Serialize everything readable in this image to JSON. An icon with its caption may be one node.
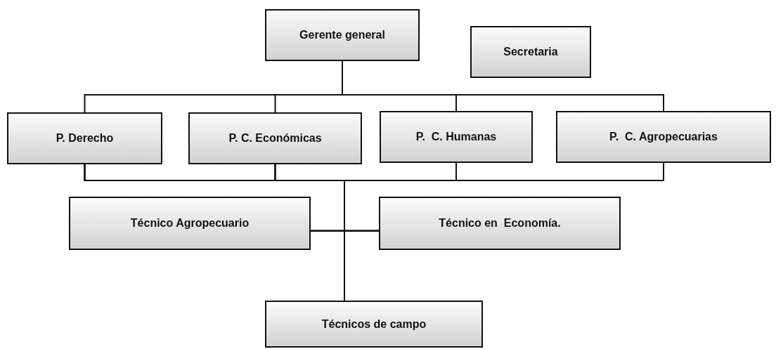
{
  "diagram": {
    "nodes": [
      {
        "text": [
          "Gerente general"
        ]
      },
      {
        "text": [
          "Secretaria"
        ]
      },
      {
        "text": [
          "P. Derecho"
        ]
      },
      {
        "text": [
          "P. C. Económicas"
        ]
      },
      {
        "text": [
          "P.  C. Humanas"
        ]
      },
      {
        "text": [
          "P.  C. Agropecuarias"
        ]
      },
      {
        "text": [
          "Técnico Agropecuario"
        ]
      },
      {
        "text": [
          "Técnico en  Economía."
        ]
      },
      {
        "text": [
          "Técnicos de campo"
        ]
      }
    ],
    "edges": [
      {
        "from": 0,
        "to": 2,
        "arrow": "none"
      },
      {
        "from": 0,
        "to": 3,
        "arrow": "none"
      },
      {
        "from": 0,
        "to": 4,
        "arrow": "none"
      },
      {
        "from": 0,
        "to": 5,
        "arrow": "none"
      },
      {
        "from": 2,
        "to": 6,
        "arrow": "none"
      },
      {
        "from": 3,
        "to": 6,
        "arrow": "none"
      },
      {
        "from": 4,
        "to": 6,
        "arrow": "none"
      },
      {
        "from": 5,
        "to": 6,
        "arrow": "none"
      },
      {
        "from": 2,
        "to": 7,
        "arrow": "none"
      },
      {
        "from": 3,
        "to": 7,
        "arrow": "none"
      },
      {
        "from": 4,
        "to": 7,
        "arrow": "none"
      },
      {
        "from": 5,
        "to": 7,
        "arrow": "none"
      },
      {
        "from": 2,
        "to": 8,
        "arrow": "none"
      },
      {
        "from": 3,
        "to": 8,
        "arrow": "none"
      },
      {
        "from": 4,
        "to": 8,
        "arrow": "none"
      },
      {
        "from": 5,
        "to": 8,
        "arrow": "none"
      }
    ]
  }
}
